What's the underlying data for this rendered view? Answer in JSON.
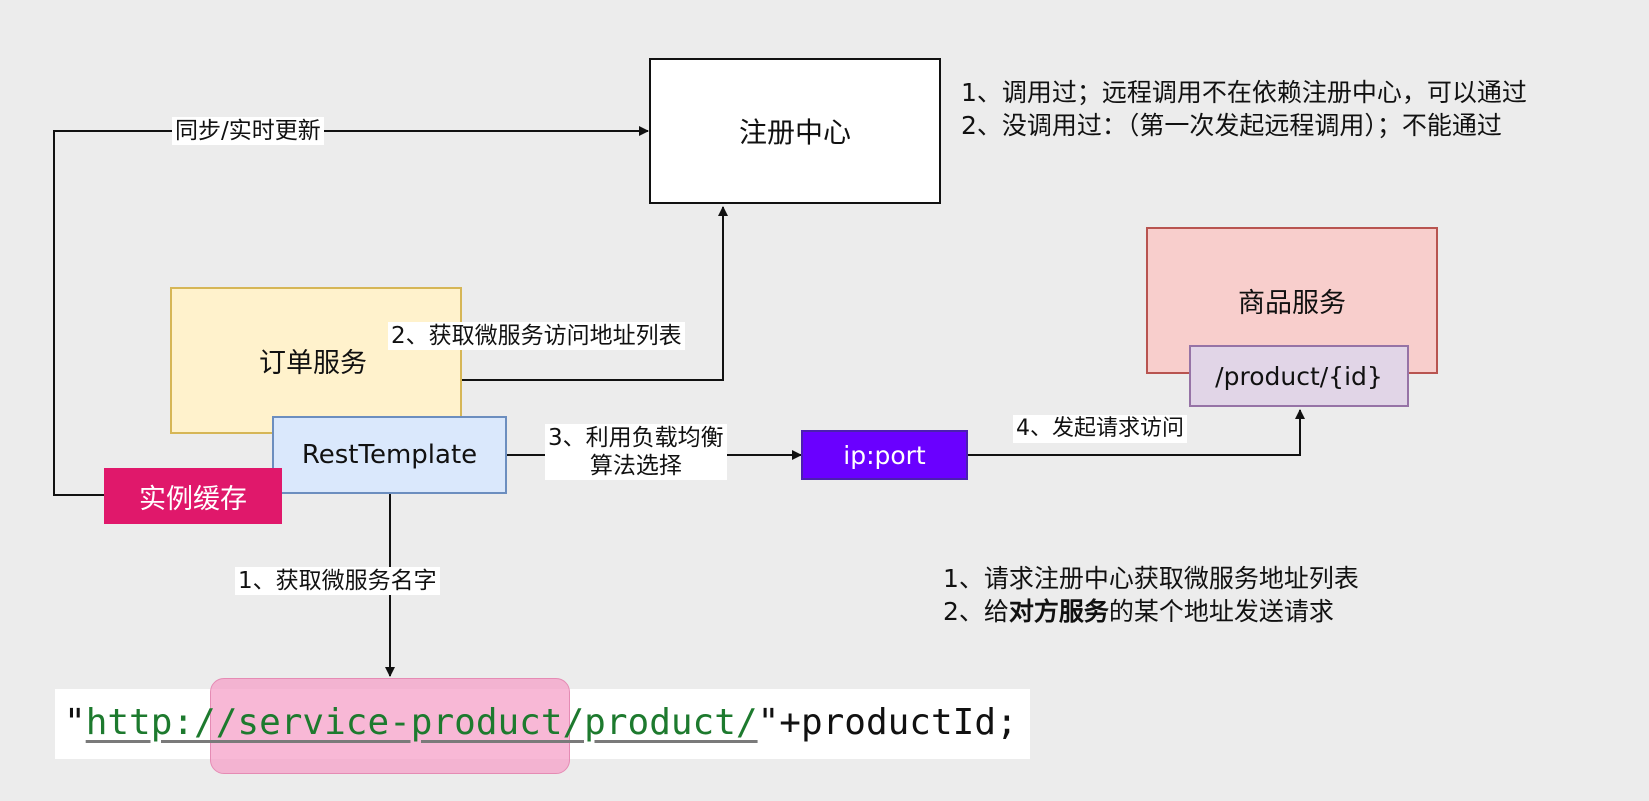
{
  "nodes": {
    "registry": "注册中心",
    "order_service": "订单服务",
    "rest_template": "RestTemplate",
    "instance_cache": "实例缓存",
    "ip_port": "ip:port",
    "product_service": "商品服务",
    "product_endpoint": "/product/{id}"
  },
  "edges": {
    "sync_update": "同步/实时更新",
    "get_address_list": "2、获取微服务访问地址列表",
    "load_balance_line1": "3、利用负载均衡",
    "load_balance_line2": "算法选择",
    "initiate_request": "4、发起请求访问",
    "get_service_name": "1、获取微服务名字"
  },
  "notes_top": {
    "line1": "1、调用过；远程调用不在依赖注册中心，可以通过",
    "line2": "2、没调用过：（第一次发起远程调用）；不能通过"
  },
  "notes_bottom": {
    "line1": "1、请求注册中心获取微服务地址列表",
    "line2_prefix": "2、给",
    "line2_bold": "对方服务",
    "line2_suffix": "的某个地址发送请求"
  },
  "code": {
    "quote_open": "\"",
    "url": "http://service-product/product/",
    "quote_close": "\"",
    "rest": "+productId;"
  },
  "colors": {
    "registry_fill": "#ffffff",
    "order_fill": "#fff2cc",
    "order_border": "#d6b656",
    "rest_fill": "#dae8fc",
    "rest_border": "#6c8ebf",
    "cache_fill": "#e0186b",
    "ipport_fill": "#6a00ff",
    "product_fill": "#f8cecc",
    "product_border": "#b85450",
    "endpoint_fill": "#e1d5e7",
    "endpoint_border": "#9673a6",
    "code_url": "#1d7a2e",
    "highlight": "#f6a0c8"
  }
}
